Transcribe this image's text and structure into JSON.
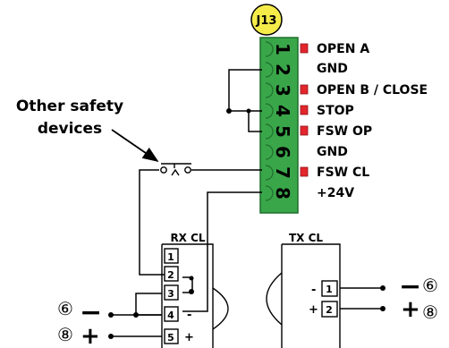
{
  "connector": {
    "id": "J13",
    "terminals": [
      "1",
      "2",
      "3",
      "4",
      "5",
      "6",
      "7",
      "8"
    ],
    "terminal_labels": [
      "OPEN A",
      "GND",
      "OPEN B / CLOSE",
      "STOP",
      "FSW OP",
      "GND",
      "FSW CL",
      "+24V"
    ],
    "marked_terminals": [
      1,
      3,
      4,
      5,
      7
    ]
  },
  "other_safety": {
    "line1": "Other safety",
    "line2": "devices"
  },
  "rx": {
    "title": "RX CL",
    "pins": [
      "1",
      "2",
      "3",
      "4",
      "5"
    ],
    "pin4_sign": "-",
    "pin5_sign": "+"
  },
  "tx": {
    "title": "TX CL",
    "pins": [
      "1",
      "2"
    ],
    "pin1_sign": "-",
    "pin2_sign": "+"
  },
  "supply": {
    "left_neg_circle": "⑥",
    "left_neg_sign": "−",
    "left_pos_circle": "⑧",
    "left_pos_sign": "+",
    "right_neg_sign": "−",
    "right_neg_circle": "⑥",
    "right_pos_sign": "+",
    "right_pos_circle": "⑧"
  },
  "colors": {
    "connector_green": "#3aa64a",
    "connector_dark": "#1f6f2c",
    "badge_yellow": "#f5ec4a",
    "marker_red": "#e3262c",
    "line": "#000000"
  }
}
